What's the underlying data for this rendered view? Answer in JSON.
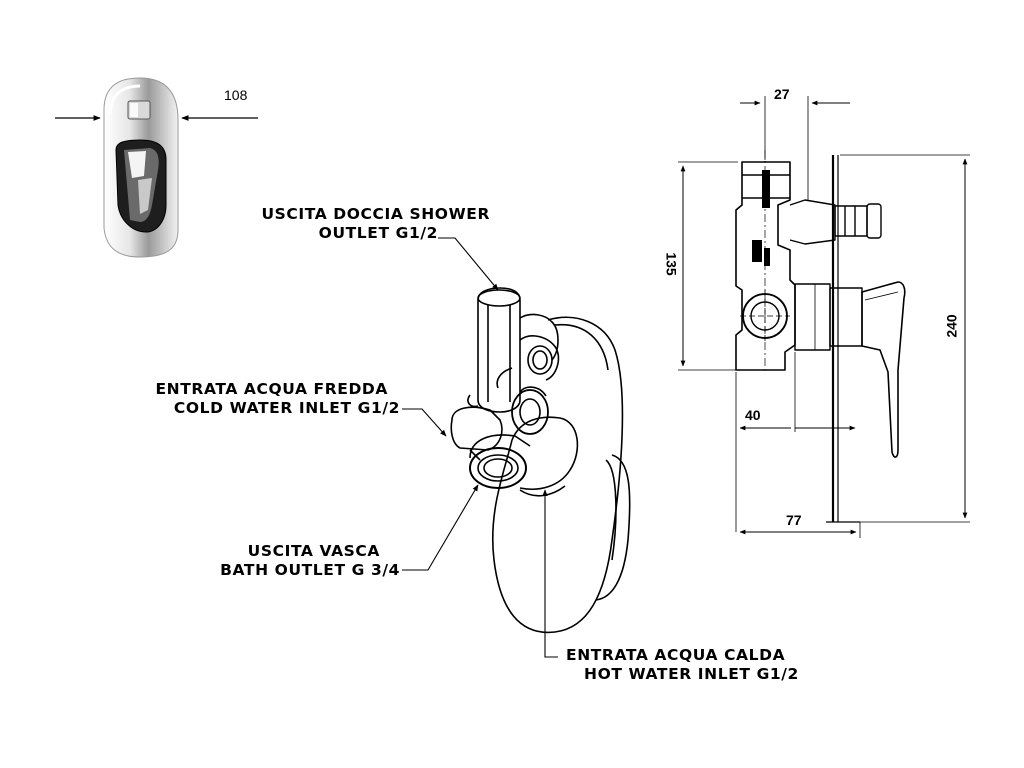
{
  "dimensions": {
    "front_width": "108",
    "side_top": "27",
    "side_body_height": "135",
    "side_total_height": "240",
    "side_depth_inner": "40",
    "side_depth_total": "77"
  },
  "labels": {
    "shower_outlet_line1": "USCITA DOCCIA SHOWER",
    "shower_outlet_line2": "OUTLET  G1/2",
    "cold_inlet_line1": "ENTRATA ACQUA FREDDA",
    "cold_inlet_line2": "COLD WATER INLET  G1/2",
    "bath_outlet_line1": "USCITA VASCA",
    "bath_outlet_line2": "BATH OUTLET G 3/4",
    "hot_inlet_line1": "ENTRATA ACQUA CALDA",
    "hot_inlet_line2": "HOT WATER INLET G1/2"
  },
  "colors": {
    "line": "#000000",
    "chrome_dark": "#1a1a1a",
    "chrome_mid": "#8a8a8a",
    "background": "#ffffff"
  }
}
